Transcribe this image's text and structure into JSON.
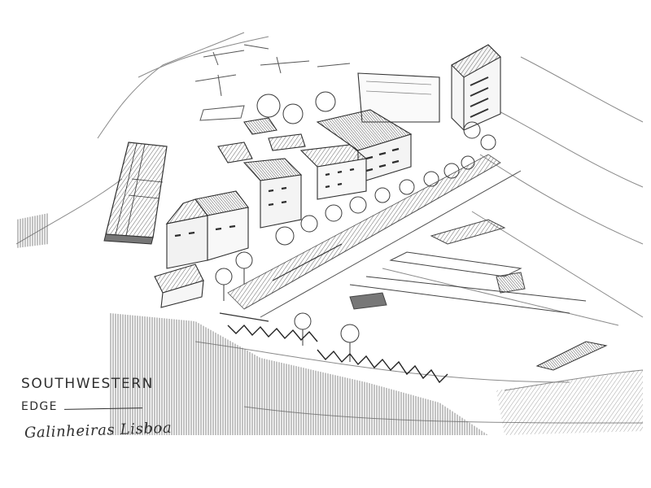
{
  "caption": {
    "title": "SOUTHWESTERN",
    "subtitle": "EDGE",
    "place": "Galinheiras Lisboa"
  },
  "colors": {
    "paper": "#ffffff",
    "pencil": "#2e2e2e",
    "pencil_light": "#8a8a8a"
  }
}
